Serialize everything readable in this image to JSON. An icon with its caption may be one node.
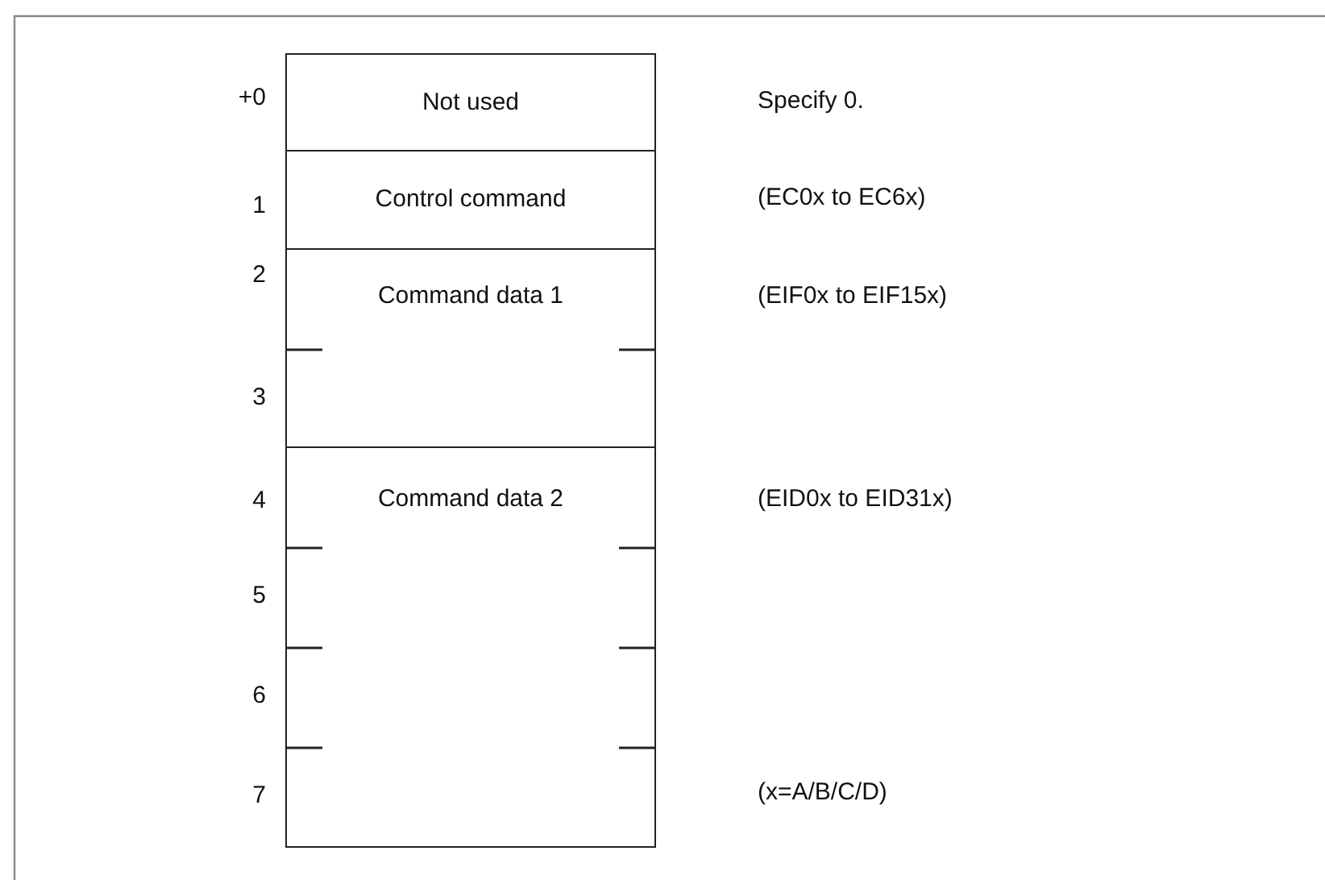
{
  "diagram": {
    "nodes": [
      {
        "text": [
          "Not used"
        ]
      },
      {
        "text": [
          "Control command"
        ]
      },
      {
        "text": [
          "Command data 1"
        ]
      },
      {
        "text": [
          "Command data 2"
        ]
      }
    ],
    "edges": [],
    "labels": [
      "+0",
      "Specify 0.",
      "1",
      "(EC0x to EC6x)",
      "2",
      "(EIF0x to EIF15x)",
      "3",
      "4",
      "(EID0x to EID31x)",
      "5",
      "6",
      "(x=A/B/C/D)",
      "7"
    ]
  }
}
